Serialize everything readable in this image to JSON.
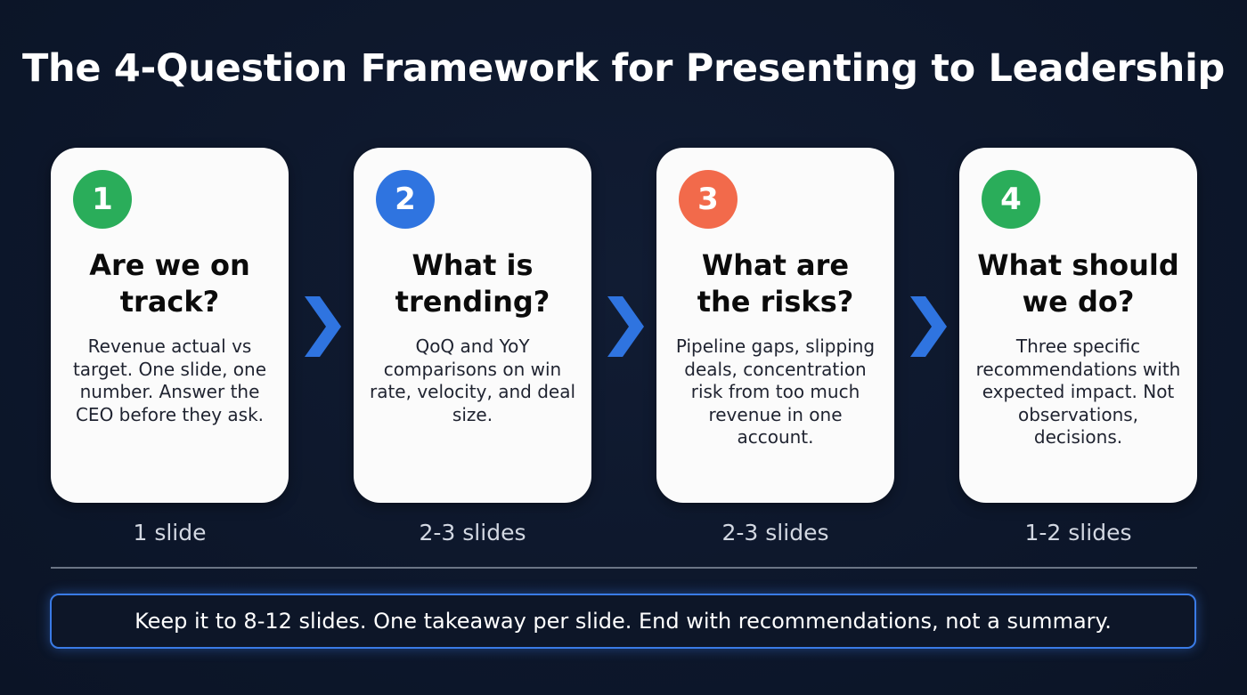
{
  "title": "The 4-Question Framework for Presenting to Leadership",
  "colors": {
    "background": "#0d172b",
    "card": "#fbfbfb",
    "chevron": "#2f74e0",
    "callout_border": "#3a7be6"
  },
  "steps": [
    {
      "number": "1",
      "badge_color": "#2aad5a",
      "title": "Are we on track?",
      "description": "Revenue actual vs target. One slide, one number. Answer the CEO before they ask.",
      "slides": "1 slide"
    },
    {
      "number": "2",
      "badge_color": "#2f74e0",
      "title": "What is trending?",
      "description": "QoQ and YoY comparisons on win rate, velocity, and deal size.",
      "slides": "2-3 slides"
    },
    {
      "number": "3",
      "badge_color": "#f26a4b",
      "title": "What are the risks?",
      "description": "Pipeline gaps, slipping deals, concentration risk from too much revenue in one account.",
      "slides": "2-3 slides"
    },
    {
      "number": "4",
      "badge_color": "#2aad5a",
      "title": "What should we do?",
      "description": "Three specific recommendations with expected impact. Not observations, decisions.",
      "slides": "1-2 slides"
    }
  ],
  "connectors": [
    "chevron-right",
    "chevron-right",
    "chevron-right"
  ],
  "callout": "Keep it to 8-12 slides. One takeaway per slide. End with recommendations, not a summary."
}
